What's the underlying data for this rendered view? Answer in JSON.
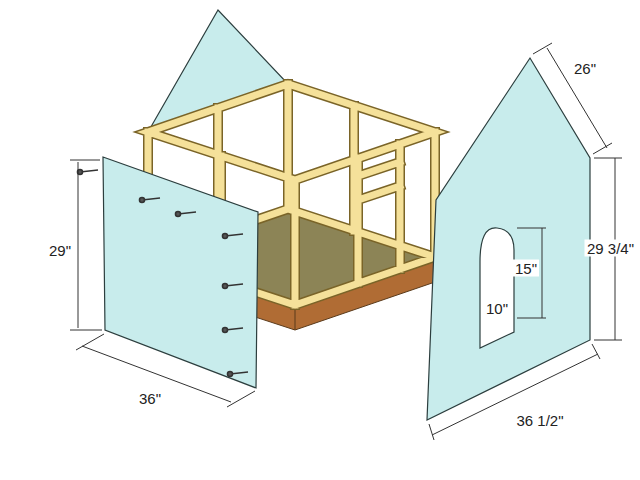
{
  "diagram": {
    "labels": [
      "29\"",
      "36\"",
      "26\"",
      "29 3/4\"",
      "15\"",
      "10\"",
      "36 1/2\""
    ]
  }
}
